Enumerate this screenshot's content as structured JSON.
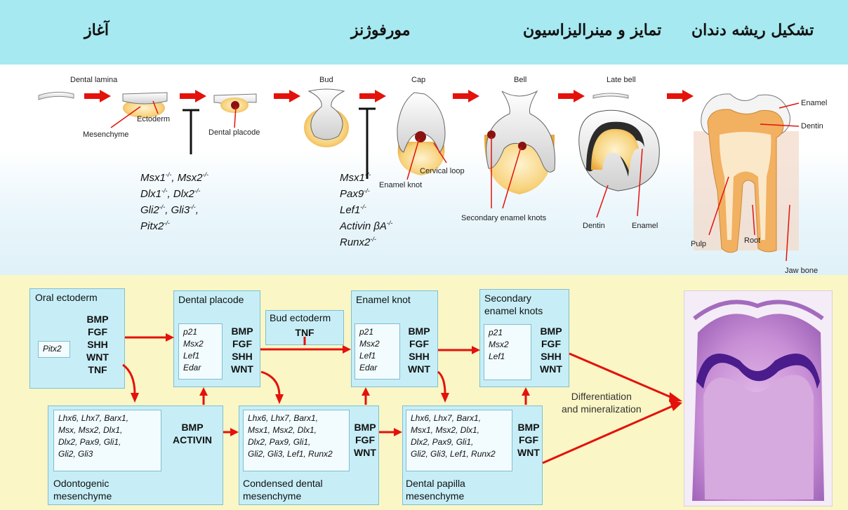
{
  "header": {
    "stages": [
      "آغاز",
      "مورفوژنز",
      "تمایز و مینرالیزاسیون",
      "تشکیل ریشه دندان"
    ]
  },
  "top_diagram": {
    "stage_labels": [
      "Dental lamina",
      "Bud",
      "Cap",
      "Bell",
      "Late bell"
    ],
    "annotations": {
      "mesenchyme": "Mesenchyme",
      "ectoderm": "Ectoderm",
      "dental_placode": "Dental placode",
      "cervical_loop": "Cervical loop",
      "enamel_knot": "Enamel knot",
      "secondary_enamel_knots": "Secondary enamel knots",
      "dentin": "Dentin",
      "enamel": "Enamel",
      "tooth_enamel": "Enamel",
      "tooth_dentin": "Dentin",
      "pulp": "Pulp",
      "root": "Root",
      "jaw_bone": "Jaw bone"
    },
    "mutants_initiation": [
      "Msx1",
      "Msx2",
      "Dlx1",
      "Dlx2",
      "Gli2",
      "Gli3",
      "Pitx2"
    ],
    "mutants_bud": [
      "Msx1",
      "Pax9",
      "Lef1",
      "Activin βA",
      "Runx2"
    ],
    "mutant_suffix": "-/-"
  },
  "bottom_diagram": {
    "oral_ectoderm": {
      "title": "Oral ectoderm",
      "inner": "Pitx2",
      "signals": [
        "BMP",
        "FGF",
        "SHH",
        "WNT",
        "TNF"
      ]
    },
    "dental_placode": {
      "title": "Dental placode",
      "inner": [
        "p21",
        "Msx2",
        "Lef1",
        "Edar"
      ],
      "signals": [
        "BMP",
        "FGF",
        "SHH",
        "WNT"
      ]
    },
    "bud_ectoderm": {
      "title": "Bud ectoderm",
      "signal": "TNF"
    },
    "enamel_knot": {
      "title": "Enamel knot",
      "inner": [
        "p21",
        "Msx2",
        "Lef1",
        "Edar"
      ],
      "signals": [
        "BMP",
        "FGF",
        "SHH",
        "WNT"
      ]
    },
    "secondary_enamel_knots": {
      "title_line1": "Secondary",
      "title_line2": "enamel knots",
      "inner": [
        "p21",
        "Msx2",
        "Lef1"
      ],
      "signals": [
        "BMP",
        "FGF",
        "SHH",
        "WNT"
      ]
    },
    "odontogenic": {
      "inner": [
        "Lhx6, Lhx7, Barx1,",
        "Msx, Msx2, Dlx1,",
        "Dlx2, Pax9, Gli1,",
        "Gli2, Gli3"
      ],
      "signals": [
        "BMP",
        "ACTIVIN"
      ],
      "label_line1": "Odontogenic",
      "label_line2": "mesenchyme"
    },
    "condensed": {
      "inner": [
        "Lhx6, Lhx7, Barx1,",
        "Msx1, Msx2, Dlx1,",
        "Dlx2, Pax9, Gli1,",
        "Gli2, Gli3, Lef1, Runx2"
      ],
      "signals": [
        "BMP",
        "FGF",
        "WNT"
      ],
      "label_line1": "Condensed dental",
      "label_line2": "mesenchyme"
    },
    "papilla": {
      "inner": [
        "Lhx6, Lhx7, Barx1,",
        "Msx1, Msx2, Dlx1,",
        "Dlx2, Pax9, Gli1,",
        "Gli2, Gli3, Lef1, Runx2"
      ],
      "signals": [
        "BMP",
        "FGF",
        "WNT"
      ],
      "label_line1": "Dental papilla",
      "label_line2": "mesenchyme"
    },
    "differentiation_line1": "Differentiation",
    "differentiation_line2": "and mineralization"
  },
  "colors": {
    "banner": "#a6e9f0",
    "bottom_bg": "#fbf6c6",
    "box": "#c7eef7",
    "arrow": "#e3120b"
  }
}
